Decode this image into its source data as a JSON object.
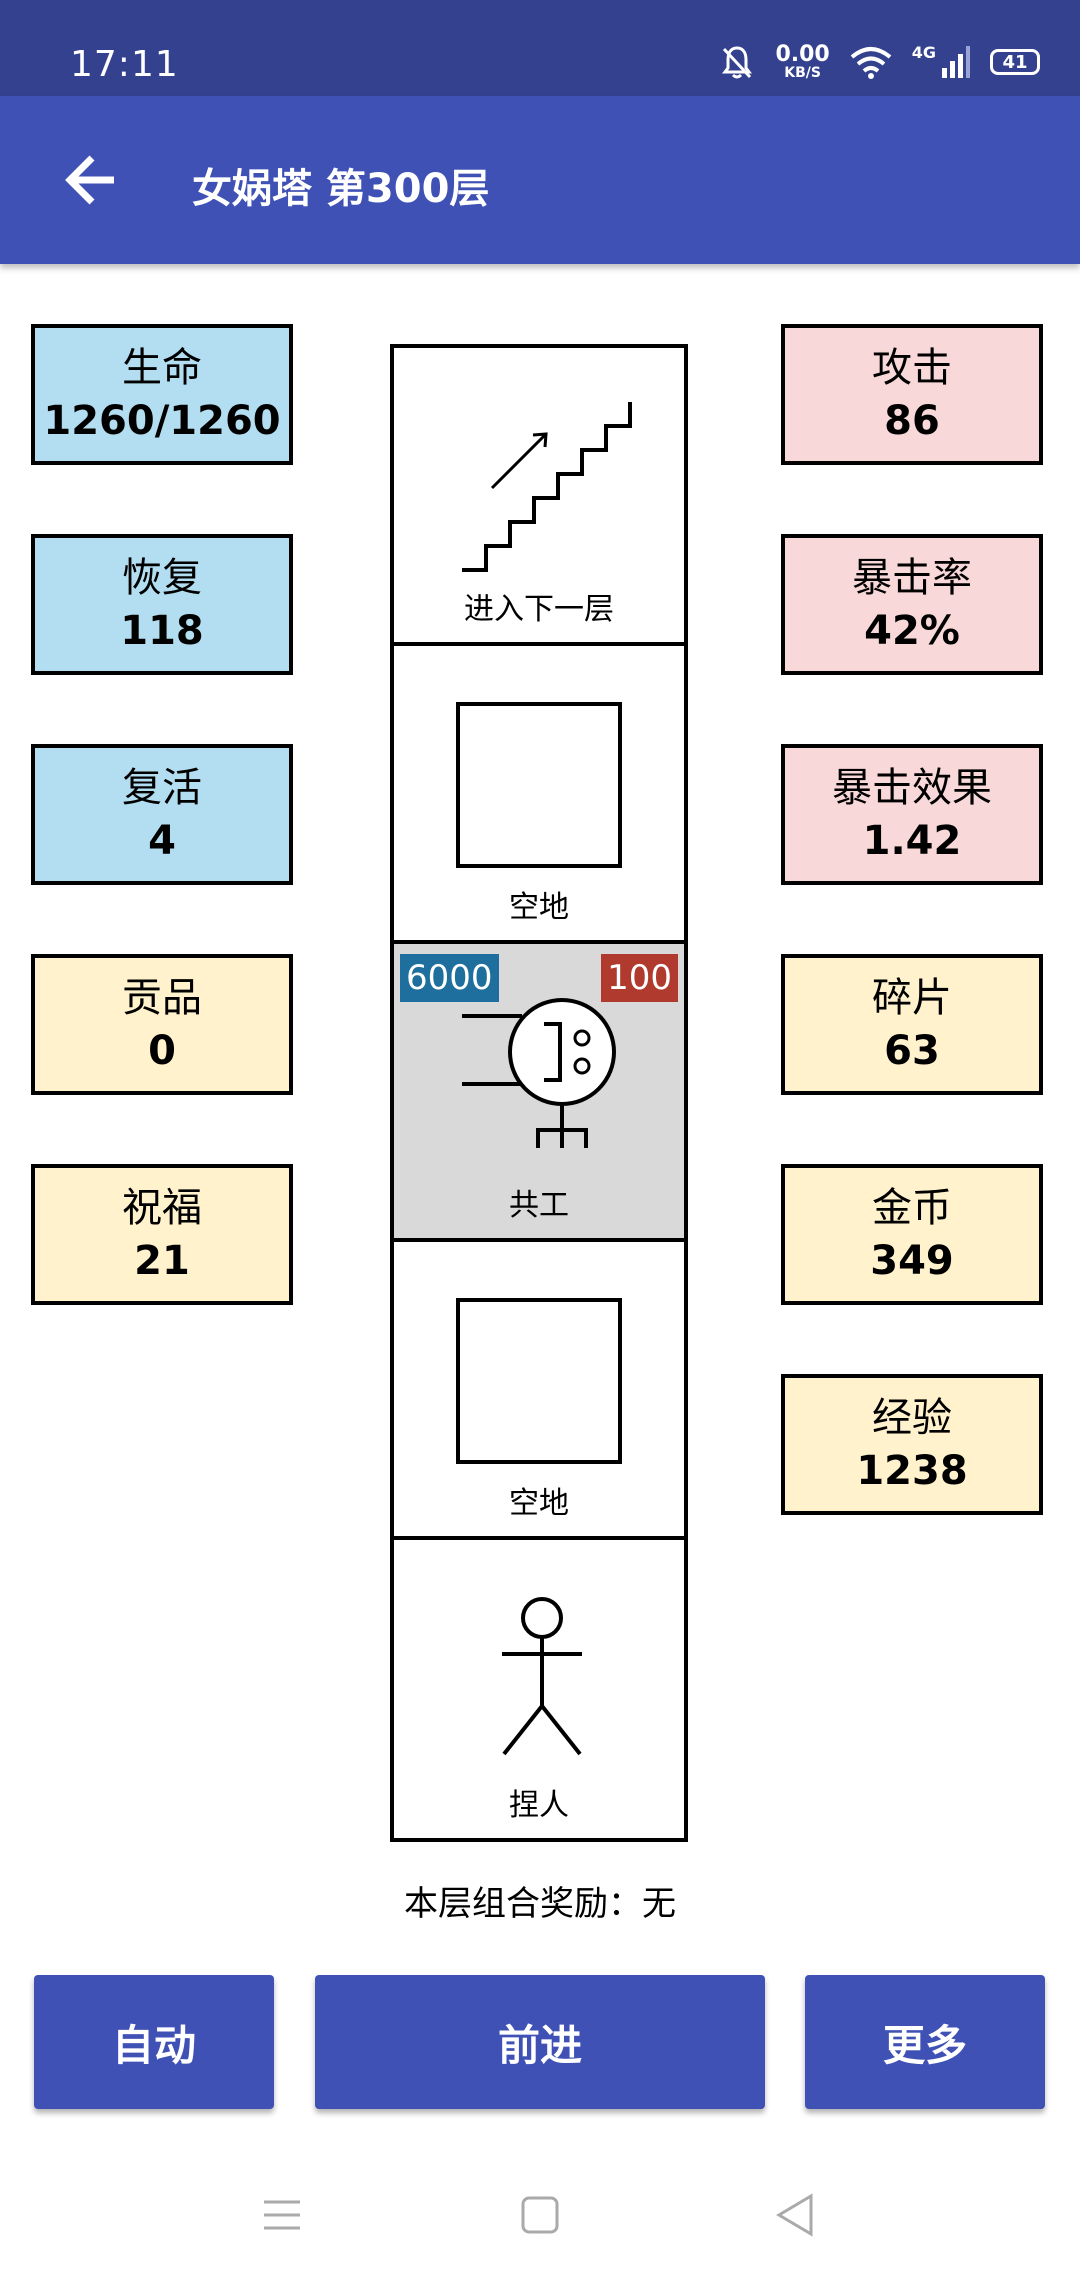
{
  "status_bar": {
    "time": "17:11",
    "net_speed": "0.00",
    "net_unit": "KB/S",
    "signal": "4G",
    "battery": "41"
  },
  "header": {
    "title": "女娲塔 第300层"
  },
  "left_stats": [
    {
      "label": "生命",
      "value": "1260/1260",
      "color": "blue"
    },
    {
      "label": "恢复",
      "value": "118",
      "color": "blue"
    },
    {
      "label": "复活",
      "value": "4",
      "color": "blue"
    },
    {
      "label": "贡品",
      "value": "0",
      "color": "yellow"
    },
    {
      "label": "祝福",
      "value": "21",
      "color": "yellow"
    }
  ],
  "right_stats": [
    {
      "label": "攻击",
      "value": "86",
      "color": "pink"
    },
    {
      "label": "暴击率",
      "value": "42%",
      "color": "pink"
    },
    {
      "label": "暴击效果",
      "value": "1.42",
      "color": "pink"
    },
    {
      "label": "碎片",
      "value": "63",
      "color": "yellow"
    },
    {
      "label": "金币",
      "value": "349",
      "color": "yellow"
    },
    {
      "label": "经验",
      "value": "1238",
      "color": "yellow"
    }
  ],
  "tower": {
    "cells": [
      {
        "caption": "进入下一层",
        "icon": "stairs-icon"
      },
      {
        "caption": "空地",
        "icon": "empty-square-icon"
      },
      {
        "caption": "共工",
        "icon": "enemy-figure-icon",
        "left_badge": "6000",
        "right_badge": "100",
        "highlighted": true
      },
      {
        "caption": "空地",
        "icon": "empty-square-icon"
      },
      {
        "caption": "捏人",
        "icon": "stick-figure-icon"
      }
    ]
  },
  "combo_reward": "本层组合奖励：无",
  "buttons": {
    "auto": "自动",
    "forward": "前进",
    "more": "更多"
  },
  "colors": {
    "app_bar": "#3f51b5",
    "status_bar": "#33418f",
    "blue_card": "#b3def1",
    "pink_card": "#f8d8d8",
    "yellow_card": "#fff2cc",
    "left_badge": "#1f6f9e",
    "right_badge": "#b03a2e",
    "highlight_cell": "#d9d9d9"
  }
}
